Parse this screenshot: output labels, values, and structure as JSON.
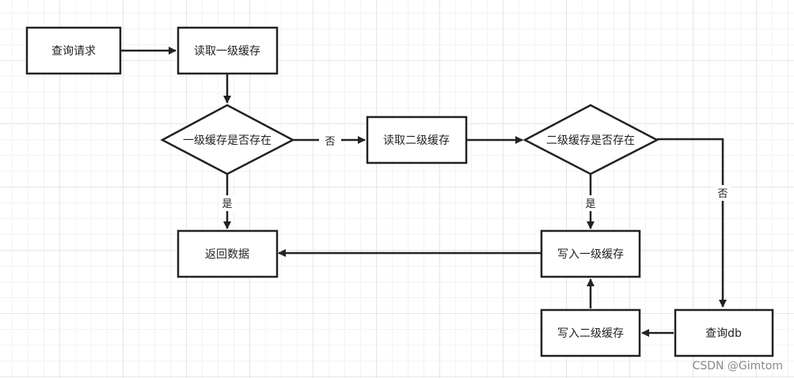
{
  "nodes": {
    "query_request": "查询请求",
    "read_l1": "读取一级缓存",
    "l1_exists": "一级缓存是否存在",
    "read_l2": "读取二级缓存",
    "l2_exists": "二级缓存是否存在",
    "return_data": "返回数据",
    "write_l1": "写入一级缓存",
    "write_l2": "写入二级缓存",
    "query_db": "查询db"
  },
  "edge_labels": {
    "l1_no": "否",
    "l1_yes": "是",
    "l2_yes": "是",
    "l2_no": "否"
  },
  "watermark": "CSDN @Gimtom"
}
